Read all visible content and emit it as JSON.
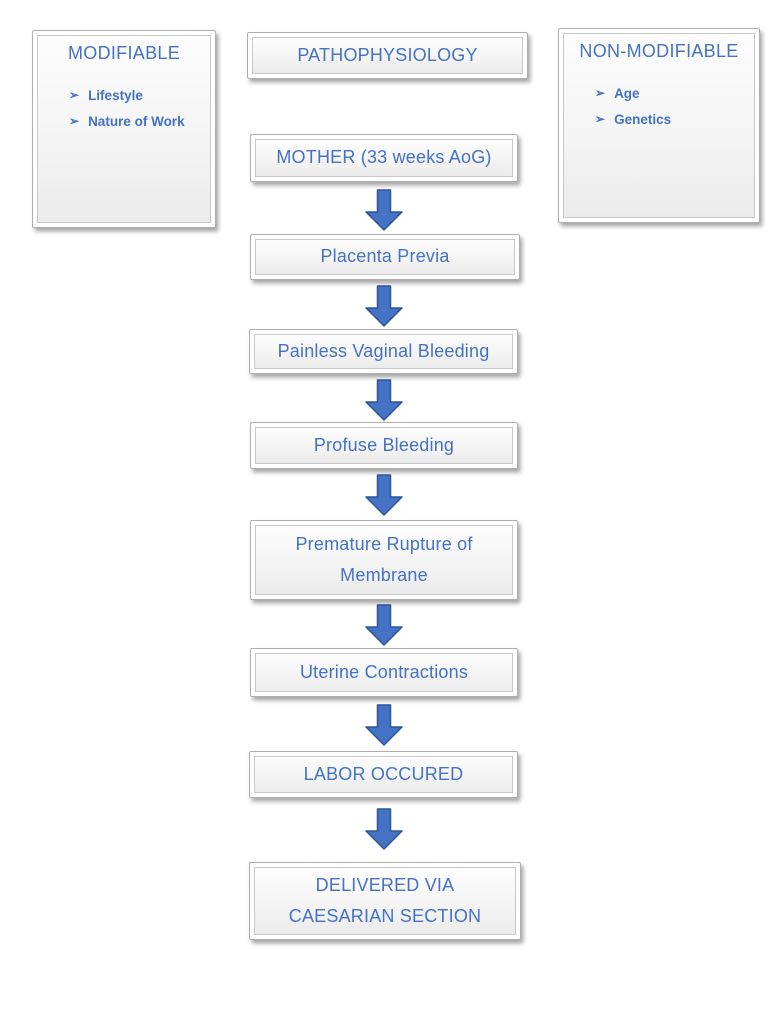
{
  "colors": {
    "accent_text": "#4472C4",
    "arrow_fill": "#4472C4",
    "arrow_outline": "#2F5597",
    "box_fill": "#F2F2F2",
    "box_border": "#AEAEAE"
  },
  "header": {
    "title": "PATHOPHYSIOLOGY"
  },
  "panels": {
    "modifiable": {
      "title": "MODIFIABLE",
      "bullet": "➢",
      "items": [
        "Lifestyle",
        "Nature of Work"
      ]
    },
    "non_modifiable": {
      "title": "NON-MODIFIABLE",
      "bullet": "➢",
      "items": [
        "Age",
        "Genetics"
      ]
    }
  },
  "flow": {
    "steps": [
      {
        "label": "MOTHER (33 weeks AoG)"
      },
      {
        "label": "Placenta Previa"
      },
      {
        "label": "Painless Vaginal Bleeding"
      },
      {
        "label": "Profuse Bleeding"
      },
      {
        "label": "Premature Rupture of\nMembrane"
      },
      {
        "label": "Uterine Contractions"
      },
      {
        "label": "LABOR OCCURED"
      },
      {
        "label": "DELIVERED VIA\nCAESARIAN SECTION"
      }
    ]
  }
}
